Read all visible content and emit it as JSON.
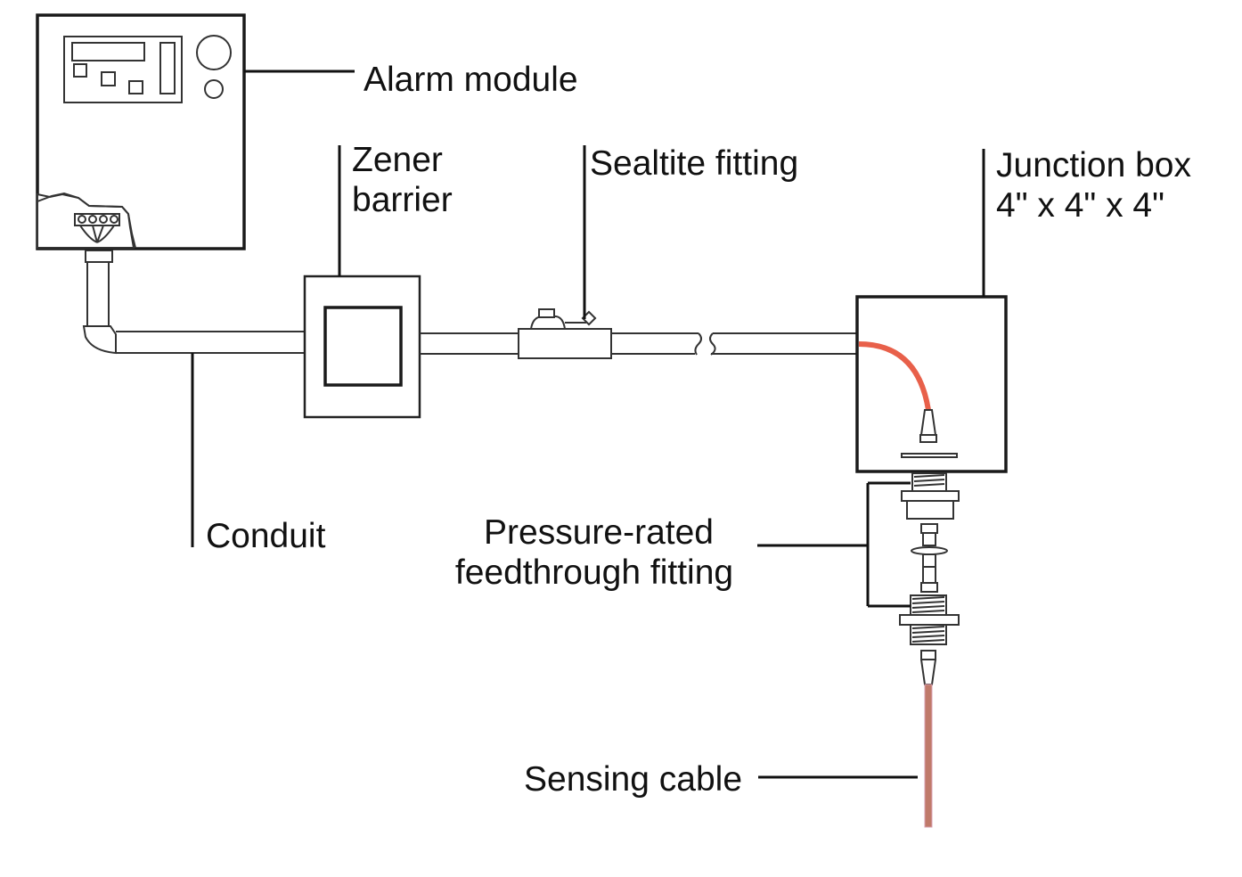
{
  "diagram": {
    "type": "installation-schematic",
    "colors": {
      "line": "#1a1a1a",
      "leader": "#111111",
      "jumper_cable": "#e8604a",
      "sensing_cable": "#c07a6a",
      "background": "#ffffff"
    },
    "labels": {
      "alarm_module": "Alarm module",
      "zener_barrier_line1": "Zener",
      "zener_barrier_line2": "barrier",
      "sealtite_fitting": "Sealtite fitting",
      "junction_box_line1": "Junction box",
      "junction_box_line2": "4\" x 4\" x 4\"",
      "conduit": "Conduit",
      "feedthrough_line1": "Pressure-rated",
      "feedthrough_line2": "feedthrough fitting",
      "sensing_cable": "Sensing cable"
    },
    "components": [
      {
        "id": "alarm-module",
        "connects_to": "conduit"
      },
      {
        "id": "conduit",
        "connects_to": "zener-barrier"
      },
      {
        "id": "zener-barrier",
        "connects_to": "sealtite-fitting"
      },
      {
        "id": "sealtite-fitting",
        "connects_to": "junction-box"
      },
      {
        "id": "junction-box",
        "connects_to": "pressure-rated-feedthrough-fitting"
      },
      {
        "id": "pressure-rated-feedthrough-fitting",
        "connects_to": "sensing-cable"
      },
      {
        "id": "sensing-cable",
        "connects_to": null
      }
    ]
  }
}
